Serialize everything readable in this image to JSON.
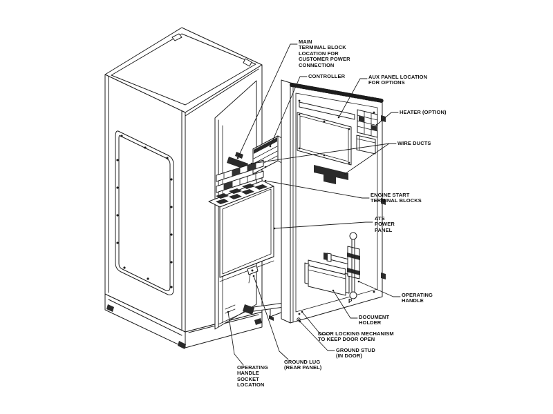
{
  "colors": {
    "ink": "#1c1c1c",
    "background": "#ffffff",
    "dark_fill": "#2a2a2a"
  },
  "diagram": {
    "subject": "Automatic transfer switch cabinet, isometric view with open door",
    "labels": [
      {
        "id": "main-terminal-block",
        "text": "MAIN\nTERMINAL BLOCK\nLOCATION FOR\nCUSTOMER POWER\nCONNECTION"
      },
      {
        "id": "controller",
        "text": "CONTROLLER"
      },
      {
        "id": "aux-panel",
        "text": "AUX PANEL LOCATION\nFOR OPTIONS"
      },
      {
        "id": "heater",
        "text": "HEATER (OPTION)"
      },
      {
        "id": "wire-ducts",
        "text": "WIRE DUCTS"
      },
      {
        "id": "engine-start-terminal-blocks",
        "text": "ENGINE START\nTERMINAL BLOCKS"
      },
      {
        "id": "ats-power-panel",
        "text": "ATS\nPOWER\nPANEL"
      },
      {
        "id": "operating-handle",
        "text": "OPERATING\nHANDLE"
      },
      {
        "id": "document-holder",
        "text": "DOCUMENT\nHOLDER"
      },
      {
        "id": "door-locking-mechanism",
        "text": "DOOR LOCKING MECHANISM\nTO KEEP DOOR OPEN"
      },
      {
        "id": "ground-stud",
        "text": "GROUND STUD\n(IN DOOR)"
      },
      {
        "id": "ground-lug",
        "text": "GROUND LUG\n(REAR PANEL)"
      },
      {
        "id": "operating-handle-socket",
        "text": "OPERATING\nHANDLE\nSOCKET\nLOCATION"
      }
    ],
    "marker": "P"
  }
}
